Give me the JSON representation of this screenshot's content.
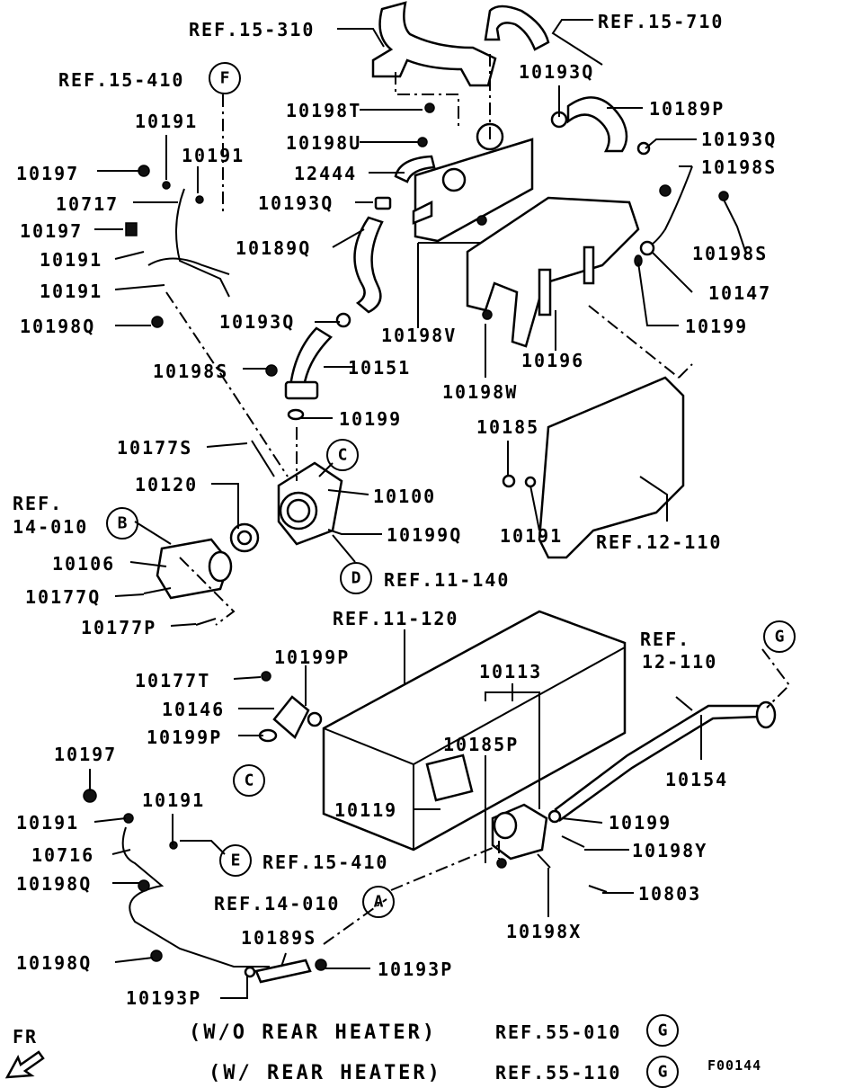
{
  "labels": {
    "ref_15_310": "REF.15-310",
    "ref_15_710": "REF.15-710",
    "ref_15_410_top": "REF.15-410",
    "p10193q_a": "10193Q",
    "p10191_a": "10191",
    "p10198t": "10198T",
    "p10189p": "10189P",
    "p10191_b": "10191",
    "p10198u": "10198U",
    "p10193q_b": "10193Q",
    "p10197_a": "10197",
    "p12444": "12444",
    "p10198s_a": "10198S",
    "p10717": "10717",
    "p10193q_c": "10193Q",
    "p10197_b": "10197",
    "p10189q": "10189Q",
    "p10198s_b": "10198S",
    "p10191_c": "10191",
    "p10191_d": "10191",
    "p10147": "10147",
    "p10198q_a": "10198Q",
    "p10193q_d": "10193Q",
    "p10199_a": "10199",
    "p10198v": "10198V",
    "p10198s_c": "10198S",
    "p10151": "10151",
    "p10196": "10196",
    "p10198w": "10198W",
    "p10199_b": "10199",
    "p10185": "10185",
    "p10177s": "10177S",
    "p10120": "10120",
    "p10100": "10100",
    "ref_line1": "REF.",
    "ref_line2": "14-010",
    "p10199q": "10199Q",
    "p10191_e": "10191",
    "ref_12_110": "REF.12-110",
    "p10106": "10106",
    "ref_11_140": "REF.11-140",
    "p10177q": "10177Q",
    "p10177p": "10177P",
    "ref_11_120": "REF.11-120",
    "ref_12_110_b1": "REF.",
    "ref_12_110_b2": "12-110",
    "p10199p_a": "10199P",
    "p10113": "10113",
    "p10177t": "10177T",
    "p10146": "10146",
    "p10199p_b": "10199P",
    "p10185p": "10185P",
    "p10154": "10154",
    "p10197_c": "10197",
    "p10119": "10119",
    "p10191_f": "10191",
    "p10199_c": "10199",
    "p10191_g": "10191",
    "p10198y": "10198Y",
    "p10716": "10716",
    "ref_15_410_b": "REF.15-410",
    "p10198q_b": "10198Q",
    "p10803": "10803",
    "ref_14_010": "REF.14-010",
    "p10198x": "10198X",
    "p10189s": "10189S",
    "p10198q_c": "10198Q",
    "p10193p_a": "10193P",
    "p10193p_b": "10193P",
    "fr": "FR",
    "wo_rear": "(W/O REAR HEATER)",
    "ref_55_010": "REF.55-010",
    "w_rear": "(W/ REAR HEATER)",
    "ref_55_110": "REF.55-110",
    "fig_code": "F00144"
  },
  "callouts": {
    "A": "A",
    "B": "B",
    "C1": "C",
    "C2": "C",
    "D": "D",
    "E": "E",
    "F": "F",
    "G1": "G",
    "G2": "G",
    "G3": "G"
  }
}
